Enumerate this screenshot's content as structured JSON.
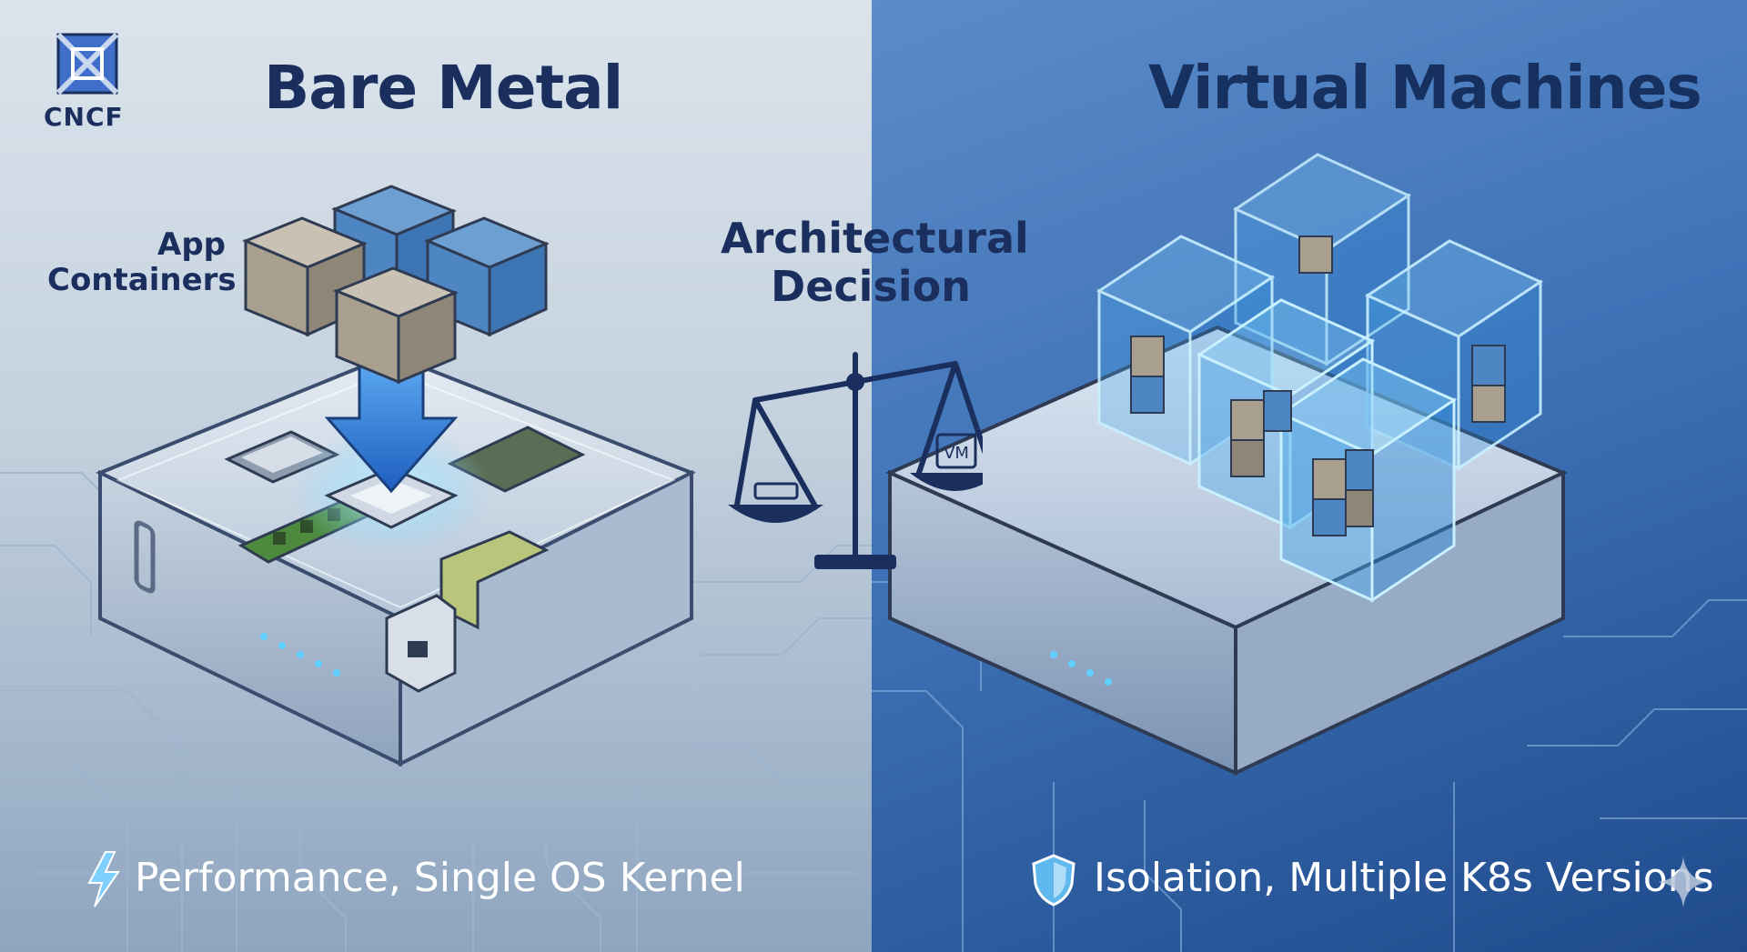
{
  "logo": {
    "label": "CNCF",
    "icon": "cncf-logo-icon"
  },
  "left": {
    "title": "Bare Metal",
    "containers_label_line1": "App",
    "containers_label_line2": "Containers",
    "footer_text": "Performance, Single OS Kernel",
    "footer_icon": "lightning-bolt-icon"
  },
  "center": {
    "label_line1": "Architectural",
    "label_line2": "Decision",
    "scale_right_pan_label": "VM",
    "icon": "balance-scale-icon"
  },
  "right": {
    "title": "Virtual Machines",
    "footer_text": "Isolation, Multiple K8s Versions",
    "footer_icon": "shield-icon",
    "corner_icon": "sparkle-icon"
  },
  "colors": {
    "title_navy": "#1b2f5e",
    "accent_blue": "#3f8fe6",
    "glow_cyan": "#7fd6ff",
    "left_bg": "#c4d1de",
    "right_bg": "#3f73b8"
  }
}
